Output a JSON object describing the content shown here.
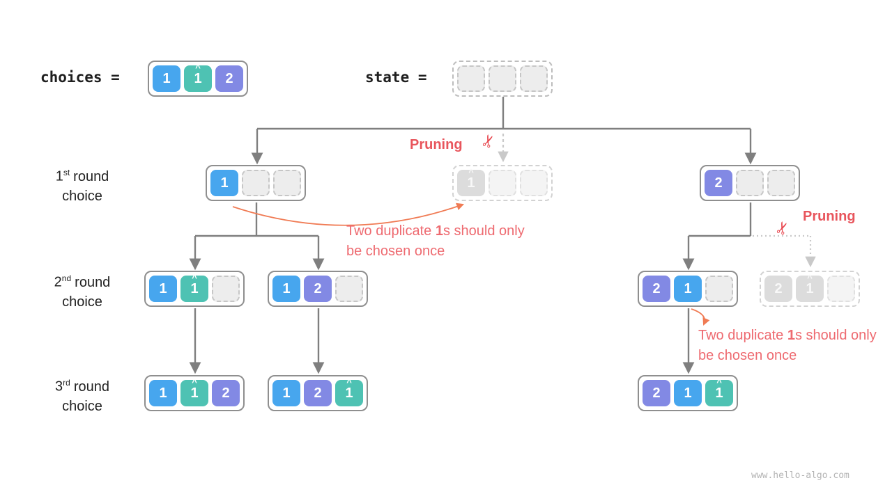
{
  "meta": {
    "watermark": "www.hello-algo.com"
  },
  "palette": {
    "blue": "#47a6ee",
    "teal": "#4ec2b3",
    "purple": "#8289e4",
    "pruned_cell": "#dcdcdc",
    "empty_cell": "#ededed",
    "arrow_gray": "#7f7f7f",
    "pruned_arrow_gray": "#c9c9c9",
    "accent_red": "#e8555c",
    "curve_orange": "#f07b54"
  },
  "header": {
    "choices_label": "choices =",
    "state_label": "state ="
  },
  "rows": [
    {
      "num": "1",
      "sup": "st",
      "word1": "round",
      "word2": "choice"
    },
    {
      "num": "2",
      "sup": "nd",
      "word1": "round",
      "word2": "choice"
    },
    {
      "num": "3",
      "sup": "rd",
      "word1": "round",
      "word2": "choice"
    }
  ],
  "pruning": {
    "label": "Pruning",
    "scissors": "✂"
  },
  "note": {
    "pre": "Two duplicate ",
    "bold": "1",
    "post": "s should only be chosen once"
  },
  "nodes": {
    "choices": {
      "cells": [
        {
          "v": "1"
        },
        {
          "v": "1",
          "hat": "^"
        },
        {
          "v": "2"
        }
      ]
    },
    "r1a": {
      "cells": [
        {
          "v": "1"
        }
      ]
    },
    "r1b": {
      "cells": [
        {
          "v": "1",
          "hat": "^"
        }
      ]
    },
    "r1c": {
      "cells": [
        {
          "v": "2"
        }
      ]
    },
    "r2a": {
      "cells": [
        {
          "v": "1"
        },
        {
          "v": "1",
          "hat": "^"
        }
      ]
    },
    "r2b": {
      "cells": [
        {
          "v": "1"
        },
        {
          "v": "2"
        }
      ]
    },
    "r2c": {
      "cells": [
        {
          "v": "2"
        },
        {
          "v": "1"
        }
      ]
    },
    "r2d": {
      "cells": [
        {
          "v": "2"
        },
        {
          "v": "1",
          "hat": "^"
        }
      ]
    },
    "r3a": {
      "cells": [
        {
          "v": "1"
        },
        {
          "v": "1",
          "hat": "^"
        },
        {
          "v": "2"
        }
      ]
    },
    "r3b": {
      "cells": [
        {
          "v": "1"
        },
        {
          "v": "2"
        },
        {
          "v": "1",
          "hat": "^"
        }
      ]
    },
    "r3c": {
      "cells": [
        {
          "v": "2"
        },
        {
          "v": "1"
        },
        {
          "v": "1",
          "hat": "^"
        }
      ]
    }
  }
}
